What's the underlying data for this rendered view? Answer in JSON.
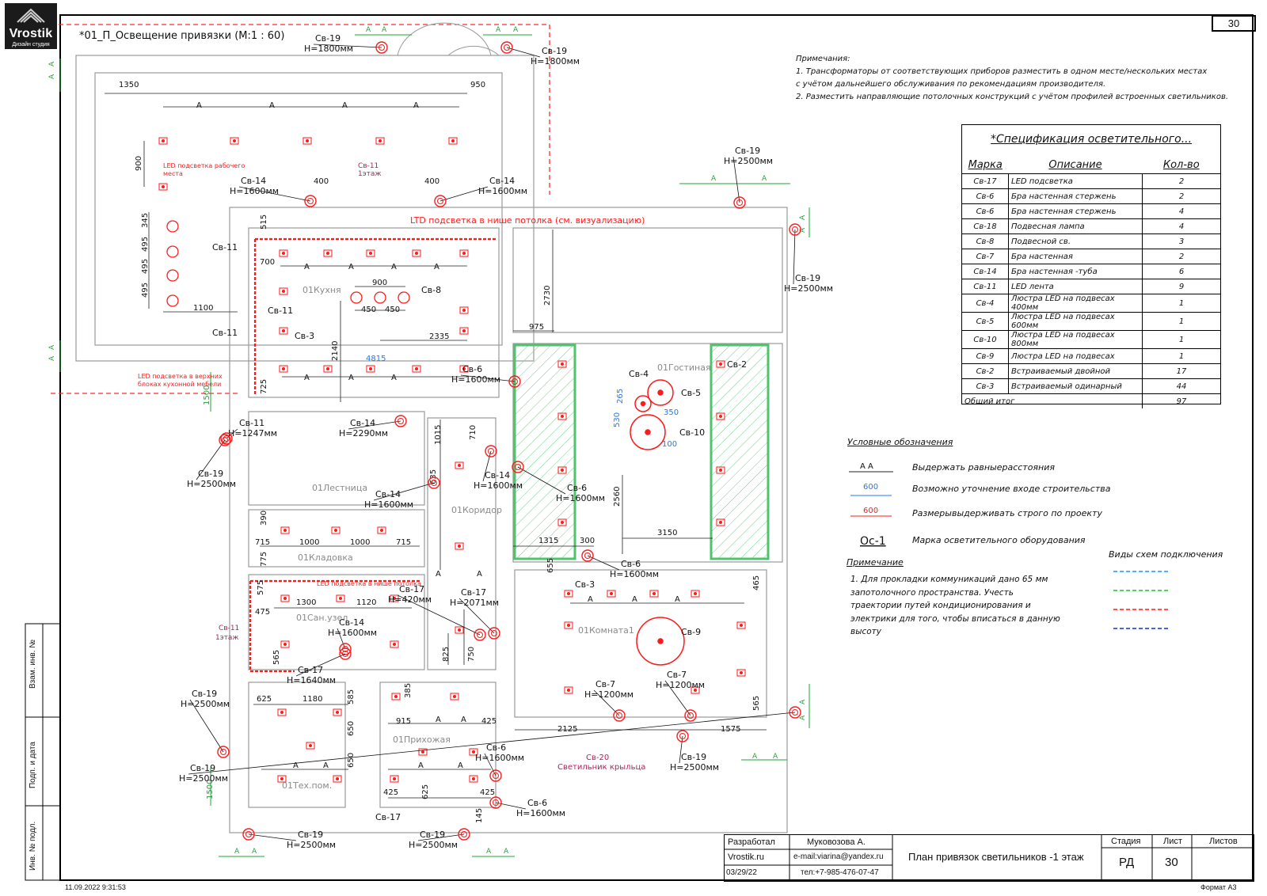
{
  "logo": {
    "brand": "Vrostik",
    "sub": "Дизайн студия"
  },
  "sheet": {
    "title": "*01_П_Освещение привязки (М:1 : 60)",
    "number": "30"
  },
  "notes": {
    "heading": "Примечания:",
    "lines": [
      "1. Трансформаторы от соответствующих приборов разместить в одном месте/нескольких местах",
      "с учётом дальнейшего обслуживания по рекомендациям производителя.",
      "2. Разместить направляющие потолочных конструкций с учётом профилей встроенных светильников."
    ]
  },
  "spec": {
    "title": "*Спецификация осветительного...",
    "headers": [
      "Марка",
      "Описание",
      "Кол-во"
    ],
    "rows": [
      [
        "Св-17",
        "LED подсветка",
        "2"
      ],
      [
        "Св-6",
        "Бра настенная стержень",
        "2"
      ],
      [
        "Св-6",
        "Бра настенная стержень",
        "4"
      ],
      [
        "Св-18",
        "Подвесная лампа",
        "4"
      ],
      [
        "Св-8",
        "Подвесной св.",
        "3"
      ],
      [
        "Св-7",
        "Бра настенная",
        "2"
      ],
      [
        "Св-14",
        "Бра настенная -туба",
        "6"
      ],
      [
        "Св-11",
        "LED лента",
        "9"
      ],
      [
        "Св-4",
        "Люстра LED на подвесах 400мм",
        "1"
      ],
      [
        "Св-5",
        "Люстра LED на подвесах 600мм",
        "1"
      ],
      [
        "Св-10",
        "Люстра LED на подвесах 800мм",
        "1"
      ],
      [
        "Св-9",
        "Люстра LED на подвесах",
        "1"
      ],
      [
        "Св-2",
        "Встраиваемый двойной",
        "17"
      ],
      [
        "Св-3",
        "Встраиваемый одинарный",
        "44"
      ]
    ],
    "total_label": "Общий итог",
    "total_value": "97"
  },
  "legend": {
    "title": "Условные обозначения",
    "items": [
      {
        "sym": "A  A",
        "text": "Выдержать равныерасстояния"
      },
      {
        "sym": "600",
        "text": "Возможно уточнение входе строительства"
      },
      {
        "sym": "600",
        "text": "Размерывыдерживать строго по проекту"
      },
      {
        "sym": "Ос-1",
        "text": "Марка осветительного оборудования"
      }
    ],
    "schemes_title": "Виды схем подключения",
    "colors": {
      "blue": "#1e90ff",
      "green": "#1fbf3a",
      "red": "#ff1a1a",
      "navy": "#1a2ad0"
    }
  },
  "note2": {
    "title": "Примечание",
    "lines": [
      "1. Для прокладки коммуникаций дано 65 мм",
      "запотолочного пространства. Учесть",
      "траектории путей кондиционирования и",
      "электрики для того, чтобы вписаться в данную",
      "высоту"
    ]
  },
  "titleblock": {
    "dev_label": "Разработал",
    "dev_name": "Муковозова А.",
    "site": "Vrostik.ru",
    "email": "e-mail:viarina@yandex.ru",
    "date": "03/29/22",
    "phone": "тел:+7-985-476-07-47",
    "title": "План привязок светильников -1 этаж",
    "stage_label": "Стадия",
    "stage": "РД",
    "sheet_label": "Лист",
    "sheet": "30",
    "sheets_label": "Листов"
  },
  "footer": {
    "timestamp": "11.09.2022 9:31:53",
    "format": "Формат А3"
  },
  "side_labels": [
    "Взам. инв. №",
    "Подп. и дата",
    "Инв. № подл."
  ],
  "plan": {
    "rooms": [
      {
        "id": "kitchen",
        "label": "01Кухня"
      },
      {
        "id": "living",
        "label": "01Гостиная"
      },
      {
        "id": "stair",
        "label": "01Лестница"
      },
      {
        "id": "corridor",
        "label": "01Коридор"
      },
      {
        "id": "pantry",
        "label": "01Кладовка"
      },
      {
        "id": "wc",
        "label": "01Сан.узел"
      },
      {
        "id": "room1",
        "label": "01Комната1"
      },
      {
        "id": "hall",
        "label": "01Прихожая"
      },
      {
        "id": "tech",
        "label": "01Тех.пом."
      }
    ],
    "callouts": [
      {
        "id": "c1",
        "l1": "Св-19",
        "l2": "Н=1800мм"
      },
      {
        "id": "c2",
        "l1": "Св-19",
        "l2": "Н=1800мм"
      },
      {
        "id": "c3",
        "l1": "Св-14",
        "l2": "Н=1600мм"
      },
      {
        "id": "c4",
        "l1": "Св-14",
        "l2": "Н=1600мм"
      },
      {
        "id": "c5",
        "l1": "Св-19",
        "l2": "Н=2500мм"
      },
      {
        "id": "c6",
        "l1": "Св-19",
        "l2": "Н=2500мм"
      },
      {
        "id": "c7",
        "l1": "Св-6",
        "l2": "Н=1600мм"
      },
      {
        "id": "c8",
        "l1": "Св-11",
        "l2": "Н=1247мм"
      },
      {
        "id": "c9",
        "l1": "Св-14",
        "l2": "Н=2290мм"
      },
      {
        "id": "c10",
        "l1": "Св-19",
        "l2": "Н=2500мм"
      },
      {
        "id": "c11",
        "l1": "Св-14",
        "l2": "Н=1600мм"
      },
      {
        "id": "c12",
        "l1": "Св-6",
        "l2": "Н=1600мм"
      },
      {
        "id": "c13",
        "l1": "Св-14",
        "l2": "Н=1600мм"
      },
      {
        "id": "c14",
        "l1": "Св-17",
        "l2": "Н=420мм"
      },
      {
        "id": "c15",
        "l1": "Св-17",
        "l2": "Н=2071мм"
      },
      {
        "id": "c16",
        "l1": "Св-14",
        "l2": "Н=1600мм"
      },
      {
        "id": "c17",
        "l1": "Св-6",
        "l2": "Н=1600мм"
      },
      {
        "id": "c18",
        "l1": "Св-17",
        "l2": "Н=1640мм"
      },
      {
        "id": "c19",
        "l1": "Св-7",
        "l2": "Н=1200мм"
      },
      {
        "id": "c20",
        "l1": "Св-7",
        "l2": "Н=1200мм"
      },
      {
        "id": "c21",
        "l1": "Св-19",
        "l2": "Н=2500мм"
      },
      {
        "id": "c22",
        "l1": "Св-6",
        "l2": "Н=1600мм"
      },
      {
        "id": "c23",
        "l1": "Св-19",
        "l2": "Н=2500мм"
      },
      {
        "id": "c24",
        "l1": "Св-6",
        "l2": "Н=1600мм"
      },
      {
        "id": "c25",
        "l1": "Св-19",
        "l2": "Н=2500мм"
      },
      {
        "id": "c26",
        "l1": "Св-19",
        "l2": "Н=2500мм"
      },
      {
        "id": "c27",
        "l1": "Св-19",
        "l2": "Н=2500мм"
      }
    ],
    "marks": [
      {
        "id": "m1",
        "t": "Св-11"
      },
      {
        "id": "m2",
        "t": "Св-11"
      },
      {
        "id": "m3",
        "t": "Св-11"
      },
      {
        "id": "m4",
        "t": "Св-3"
      },
      {
        "id": "m5",
        "t": "Св-8"
      },
      {
        "id": "m6",
        "t": "Св-4"
      },
      {
        "id": "m7",
        "t": "Св-5"
      },
      {
        "id": "m8",
        "t": "Св-10"
      },
      {
        "id": "m9",
        "t": "Св-2"
      },
      {
        "id": "m10",
        "t": "Св-3"
      },
      {
        "id": "m11",
        "t": "Св-9"
      },
      {
        "id": "m12",
        "t": "Св-17"
      },
      {
        "id": "m13",
        "t": "Св-11"
      },
      {
        "id": "m14",
        "t": "1этаж"
      },
      {
        "id": "m15",
        "t": "Св-11"
      },
      {
        "id": "m16",
        "t": "1этаж"
      },
      {
        "id": "m17",
        "t": "Св-20"
      },
      {
        "id": "m18",
        "t": "Светильник крыльца"
      }
    ],
    "red_notes": [
      {
        "id": "r1",
        "t": "LTD подсветка в нише потолка (см. визуализацию)"
      },
      {
        "id": "r2",
        "t": "LED подсветка рабочего"
      },
      {
        "id": "r3",
        "t": "места"
      },
      {
        "id": "r4",
        "t": "LED подсветка в верхних"
      },
      {
        "id": "r5",
        "t": "блоках кухонной мебели"
      },
      {
        "id": "r6",
        "t": "LED подсветка в нише потолка"
      }
    ],
    "dims": [
      {
        "id": "d1",
        "t": "1350"
      },
      {
        "id": "d2",
        "t": "950"
      },
      {
        "id": "d3",
        "t": "400"
      },
      {
        "id": "d4",
        "t": "400"
      },
      {
        "id": "d5",
        "t": "900"
      },
      {
        "id": "d6",
        "t": "345"
      },
      {
        "id": "d7",
        "t": "495"
      },
      {
        "id": "d8",
        "t": "495"
      },
      {
        "id": "d9",
        "t": "495"
      },
      {
        "id": "d10",
        "t": "1100"
      },
      {
        "id": "d11",
        "t": "515"
      },
      {
        "id": "d12",
        "t": "700"
      },
      {
        "id": "d13",
        "t": "900"
      },
      {
        "id": "d14",
        "t": "450"
      },
      {
        "id": "d15",
        "t": "450"
      },
      {
        "id": "d16",
        "t": "2335"
      },
      {
        "id": "d17",
        "t": "2140"
      },
      {
        "id": "d18",
        "t": "4815"
      },
      {
        "id": "d19",
        "t": "725"
      },
      {
        "id": "d20",
        "t": "1500"
      },
      {
        "id": "d21",
        "t": "2730"
      },
      {
        "id": "d22",
        "t": "975"
      },
      {
        "id": "d23",
        "t": "1015"
      },
      {
        "id": "d24",
        "t": "710"
      },
      {
        "id": "d25",
        "t": "635"
      },
      {
        "id": "d26",
        "t": "390"
      },
      {
        "id": "d27",
        "t": "715"
      },
      {
        "id": "d28",
        "t": "1000"
      },
      {
        "id": "d29",
        "t": "1000"
      },
      {
        "id": "d30",
        "t": "715"
      },
      {
        "id": "d31",
        "t": "775"
      },
      {
        "id": "d32",
        "t": "2560"
      },
      {
        "id": "d33",
        "t": "3150"
      },
      {
        "id": "d34",
        "t": "1315"
      },
      {
        "id": "d35",
        "t": "300"
      },
      {
        "id": "d36",
        "t": "655"
      },
      {
        "id": "d37",
        "t": "575"
      },
      {
        "id": "d38",
        "t": "475"
      },
      {
        "id": "d39",
        "t": "1300"
      },
      {
        "id": "d40",
        "t": "1120"
      },
      {
        "id": "d41",
        "t": "565"
      },
      {
        "id": "d42",
        "t": "825"
      },
      {
        "id": "d43",
        "t": "750"
      },
      {
        "id": "d44",
        "t": "465"
      },
      {
        "id": "d45",
        "t": "565"
      },
      {
        "id": "d46",
        "t": "2125"
      },
      {
        "id": "d47",
        "t": "1575"
      },
      {
        "id": "d48",
        "t": "625"
      },
      {
        "id": "d49",
        "t": "1180"
      },
      {
        "id": "d50",
        "t": "585"
      },
      {
        "id": "d51",
        "t": "650"
      },
      {
        "id": "d52",
        "t": "650"
      },
      {
        "id": "d53",
        "t": "385"
      },
      {
        "id": "d54",
        "t": "915"
      },
      {
        "id": "d55",
        "t": "425"
      },
      {
        "id": "d56",
        "t": "425"
      },
      {
        "id": "d57",
        "t": "625"
      },
      {
        "id": "d58",
        "t": "425"
      },
      {
        "id": "d59",
        "t": "145"
      },
      {
        "id": "d60",
        "t": "1500"
      },
      {
        "id": "d61",
        "t": "265"
      },
      {
        "id": "d62",
        "t": "350"
      },
      {
        "id": "d63",
        "t": "530"
      },
      {
        "id": "d64",
        "t": "100"
      }
    ]
  }
}
